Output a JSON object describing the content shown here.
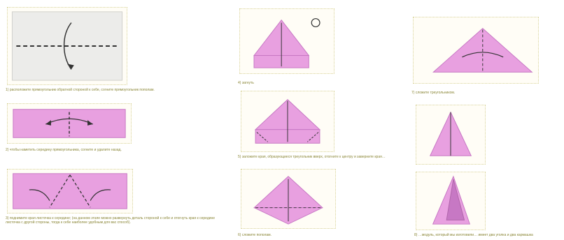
{
  "steps": [
    {
      "label": "1) расположите  прямоугольник  обратной стороной к себе, согните прямоугольник пополам."
    },
    {
      "label": "2) чтобы наметить середину прямоугольника, согните и удалите назад."
    },
    {
      "label": "3) поднимите края листочка к середине; (на данном этапе можно развернуть деталь стороной к себе и отогнуть края к середине листочка с другой стороны, тогда к себе наиболее удобным для вас способ)."
    },
    {
      "label": "4) загнуть"
    },
    {
      "label": "5) заложите края, образующиеся треугольник вверх, отогните к центру и заверните края…"
    },
    {
      "label": "6) сложите пополам."
    },
    {
      "label": "7) сложите треугольником."
    },
    {
      "label": "8) …модуль, который мы изготовили… имеет два уголка и два кармашка"
    }
  ],
  "colors": {
    "paper": "#e8a0e0",
    "paper_dark": "#c778c4",
    "panel_bg": "#fffdf6",
    "caption": "#8a8636"
  }
}
